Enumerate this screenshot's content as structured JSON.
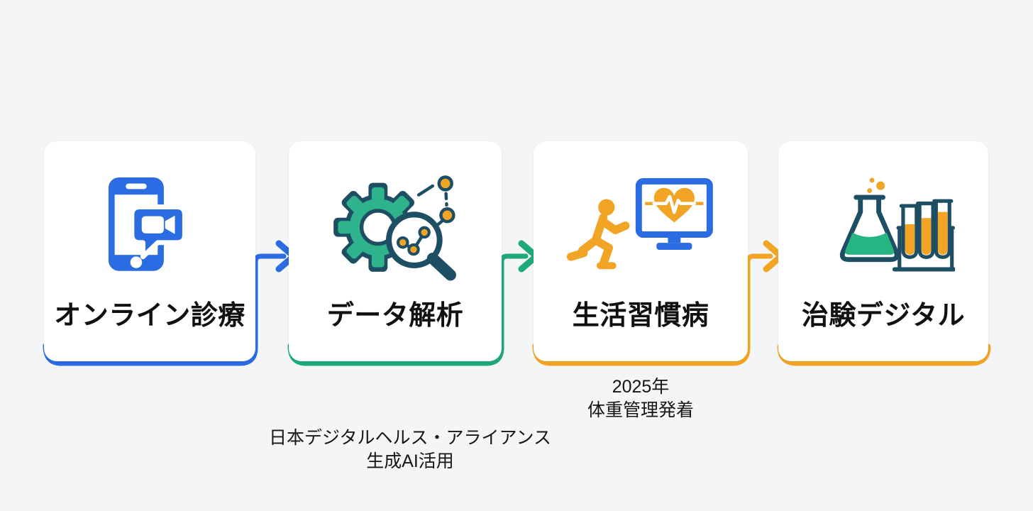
{
  "palette": {
    "blue": "#2b6ce2",
    "green": "#1fa87c",
    "gear_green": "#2fb38c",
    "orange": "#f2a424",
    "navy": "#1d4e63",
    "background": "#f3f5f6",
    "card": "#ffffff",
    "text": "#111111"
  },
  "steps": [
    {
      "label": "オンライン診療",
      "icon": "smartphone-video-call-icon",
      "accent": "#2b6ce2"
    },
    {
      "label": "データ解析",
      "icon": "gear-magnifier-analytics-icon",
      "accent": "#1fa87c"
    },
    {
      "label": "生活習慣病",
      "icon": "runner-heart-monitor-icon",
      "accent": "#f2a424"
    },
    {
      "label": "治験デジタル",
      "icon": "flask-test-tubes-icon",
      "accent": "#f2a424"
    }
  ],
  "annotations": {
    "step3_caption_line1": "2025年",
    "step3_caption_line2": "体重管理発着",
    "bottom_caption_line1": "日本デジタルヘルス・アライアンス",
    "bottom_caption_line2": "生成AI活用"
  }
}
